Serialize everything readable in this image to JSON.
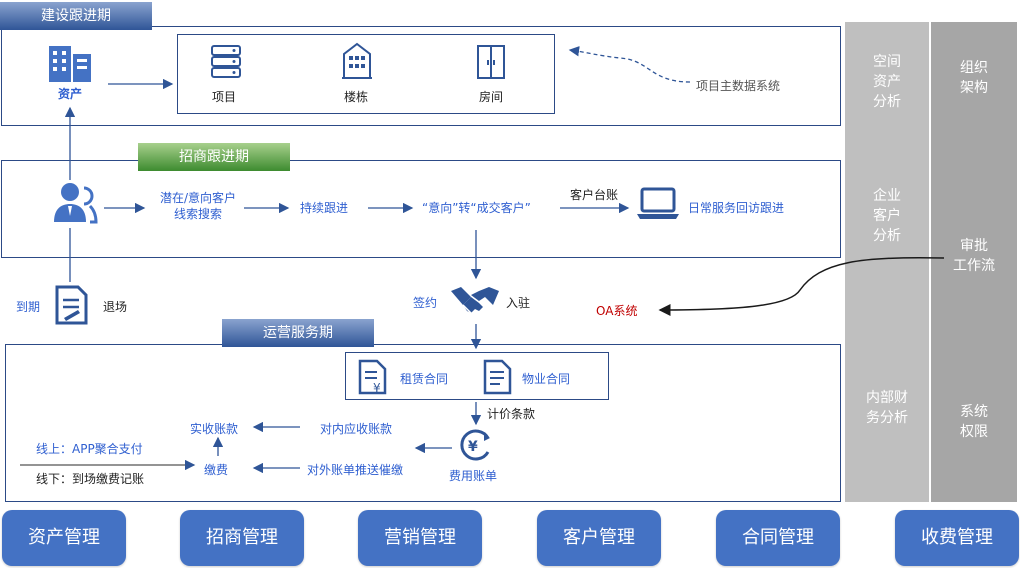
{
  "sections": {
    "construction": "建设跟进期",
    "investment": "招商跟进期",
    "operation": "运营服务期"
  },
  "construction": {
    "asset": "资产",
    "project": "项目",
    "building": "楼栋",
    "room": "房间",
    "master_data": "项目主数据系统"
  },
  "investment": {
    "leads": [
      "潜在/意向客户",
      "线索搜索"
    ],
    "follow_up": "持续跟进",
    "convert": "“意向”转“成交客户”",
    "ledger": "客户台账",
    "daily_service": "日常服务回访跟进"
  },
  "middle": {
    "expire": "到期",
    "exit": "退场",
    "sign": "签约",
    "settle": "入驻",
    "oa": "OA系统"
  },
  "operation": {
    "lease_contract": "租赁合同",
    "property_contract": "物业合同",
    "pricing": "计价条款",
    "bill": "费用账单",
    "internal_receivable": "对内应收账款",
    "external_push": "对外账单推送催缴",
    "received": "实收账款",
    "payment": "缴费",
    "online": "线上：APP聚合支付",
    "offline": "线下：到场缴费记账"
  },
  "right_panel": {
    "left_col": [
      [
        "空间",
        "资产",
        "分析"
      ],
      [
        "企业",
        "客户",
        "分析"
      ],
      [
        "内部财",
        "务分析"
      ]
    ],
    "right_col": [
      [
        "组织",
        "架构"
      ],
      [
        "审批",
        "工作流"
      ],
      [
        "系统",
        "权限"
      ]
    ]
  },
  "modules": [
    "资产管理",
    "招商管理",
    "营销管理",
    "客户管理",
    "合同管理",
    "收费管理"
  ],
  "colors": {
    "brand_blue": "#4472c4",
    "text_blue": "#2f5fd0",
    "border": "#2c4a86",
    "panel_light": "#bfbfbf",
    "panel_dark": "#a6a6a6",
    "oa_red": "#c00000"
  }
}
